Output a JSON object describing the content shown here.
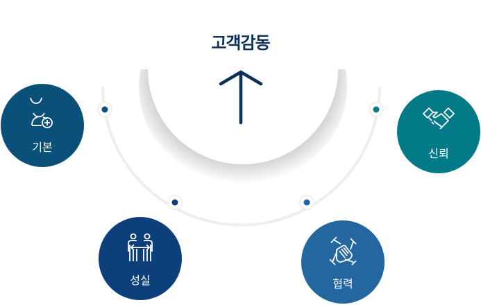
{
  "title": "고객감동",
  "nodes": [
    {
      "label": "기본",
      "icon": "user-add-icon",
      "color": "#0b5079"
    },
    {
      "label": "성실",
      "icon": "people-exchange-icon",
      "color": "#0d3f7a"
    },
    {
      "label": "신뢰",
      "icon": "handshake-icon",
      "color": "#037a87"
    },
    {
      "label": "협력",
      "icon": "hands-together-icon",
      "color": "#2366a0"
    }
  ]
}
